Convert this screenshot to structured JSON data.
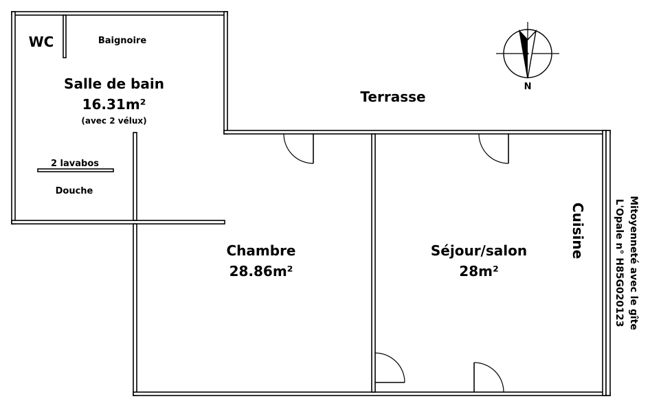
{
  "rooms": {
    "wc": "WC",
    "baignoire": "Baignoire",
    "salle_de_bain": {
      "name": "Salle de bain",
      "area": "16.31m²",
      "note": "(avec 2 vélux)"
    },
    "lavabos": "2 lavabos",
    "douche": "Douche",
    "terrasse": "Terrasse",
    "chambre": {
      "name": "Chambre",
      "area": "28.86m²"
    },
    "sejour": {
      "name": "Séjour/salon",
      "area": "28m²"
    },
    "cuisine": "Cuisine"
  },
  "mitoyennete": {
    "line1": "Mitoyenneté avec le gîte",
    "line2": "L'Opale n° H85G020123"
  },
  "compass": {
    "label": "N"
  }
}
